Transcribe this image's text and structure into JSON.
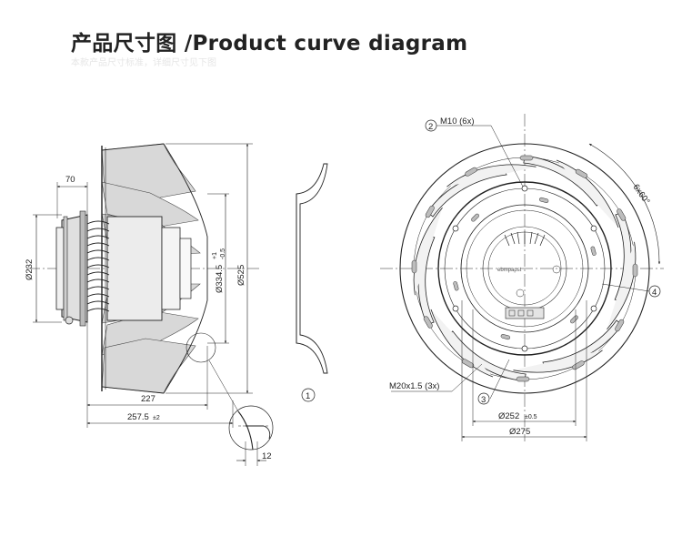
{
  "header": {
    "title": "产品尺寸图 /Product curve diagram",
    "subtitle": "本款产品尺寸标准，详细尺寸见下图"
  },
  "side_view": {
    "dim_70": "70",
    "dim_232": "Ø232",
    "dim_3345": "Ø334.5",
    "dim_3345_tol_upper": "+1",
    "dim_3345_tol_lower": "-0.5",
    "dim_525": "Ø525",
    "dim_227": "227",
    "dim_2575": "257.5",
    "dim_2575_tol": "±2",
    "dim_12": "12"
  },
  "front_view": {
    "label_m10": "M10 (6x)",
    "label_6x60": "6x60°",
    "label_m20": "M20x1.5 (3x)",
    "dim_252": "Ø252",
    "dim_252_tol": "±0.5",
    "dim_275": "Ø275",
    "brand": "ebmpapst"
  },
  "callouts": [
    "1",
    "2",
    "3",
    "4"
  ]
}
